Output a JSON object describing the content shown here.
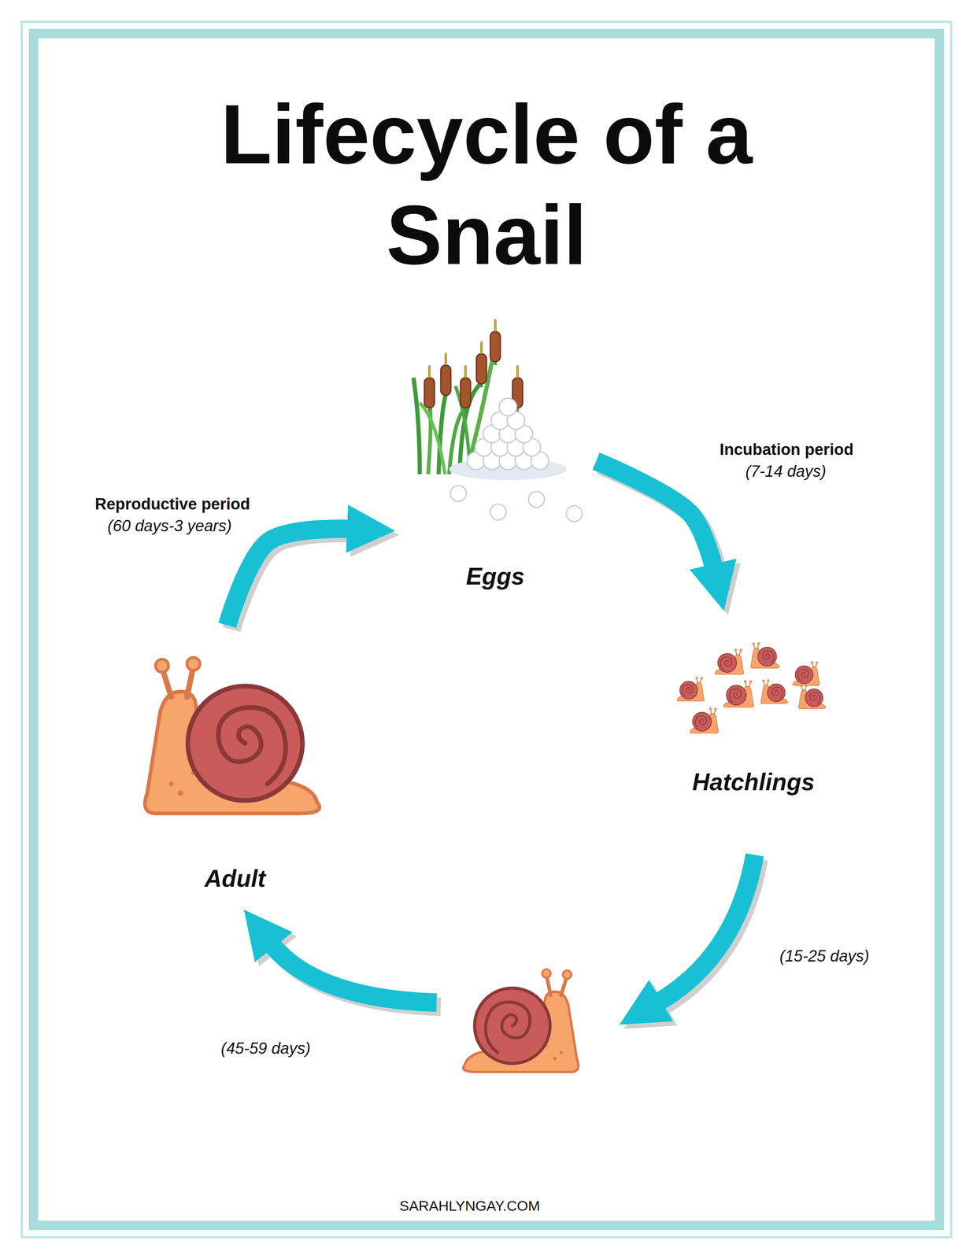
{
  "diagram": {
    "title": "Lifecycle of a Snail",
    "nodes": [
      {
        "text": [
          "Eggs"
        ]
      },
      {
        "text": [
          "Hatchlings"
        ]
      },
      {
        "text": [
          "Adult"
        ]
      }
    ],
    "edges": [
      {
        "from": 0,
        "to": 1,
        "arrow": "to"
      },
      {
        "from": 2,
        "to": 0,
        "arrow": "to"
      }
    ],
    "labels": [
      "Incubation period",
      "(7-14 days)",
      "Reproductive period",
      "(60 days-3 years)",
      "(15-25 days)",
      "(45-59 days)",
      "SARAHLYNGAY.COM"
    ]
  }
}
